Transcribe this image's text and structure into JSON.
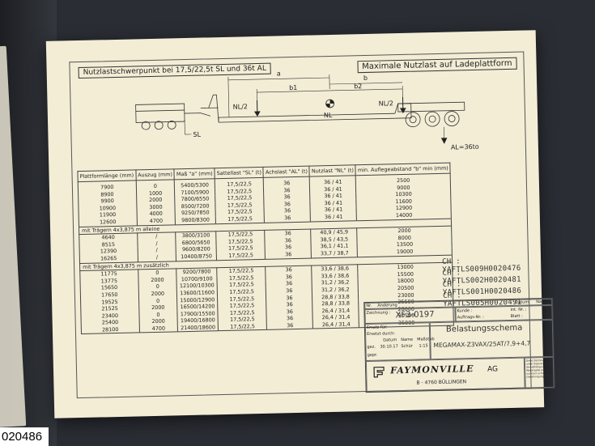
{
  "header": {
    "left_caption": "Nutzlastschwerpunkt bei 17,5/22,5t SL und 36t AL",
    "right_caption": "Maximale Nutzlast auf Ladeplattform"
  },
  "drawing": {
    "label_a": "a",
    "label_b": "b",
    "label_b1": "b1",
    "label_b2": "b2",
    "label_nl_half_left": "NL/2",
    "label_nl": "NL",
    "label_nl_half_right": "NL/2",
    "label_sl": "SL",
    "label_al": "AL=36to"
  },
  "table": {
    "headers": [
      "Plattformlänge (mm)",
      "Auszug (mm)",
      "Maß \"a\" (mm)",
      "Sattellast \"SL\" (t)",
      "Achslast \"AL\" (t)",
      "Nutzlast \"NL\" (t)",
      "min. Auflegeabstand \"b\" min (mm)"
    ],
    "group1": [
      [
        "7900",
        "0",
        "5400/5300",
        "17,5/22,5",
        "36",
        "36 / 41",
        "2500"
      ],
      [
        "8900",
        "1000",
        "7100/5900",
        "17,5/22,5",
        "36",
        "36 / 41",
        "9000"
      ],
      [
        "9900",
        "2000",
        "7800/6550",
        "17,5/22,5",
        "36",
        "36 / 41",
        "10300"
      ],
      [
        "10900",
        "3000",
        "8500/7200",
        "17,5/22,5",
        "36",
        "36 / 41",
        "11600"
      ],
      [
        "11900",
        "4000",
        "9250/7850",
        "17,5/22,5",
        "36",
        "36 / 41",
        "12900"
      ],
      [
        "12600",
        "4700",
        "9800/8300",
        "17,5/22,5",
        "36",
        "36 / 41",
        "14000"
      ]
    ],
    "section2": "mit Trägern 4x3,875 m alleine",
    "group2": [
      [
        "4640",
        "/",
        "3800/3100",
        "17,5/22,5",
        "36",
        "40,9 / 45,9",
        "2000"
      ],
      [
        "8515",
        "/",
        "6800/5650",
        "17,5/22,5",
        "36",
        "38,5 / 43,5",
        "8000"
      ],
      [
        "12390",
        "/",
        "9600/8200",
        "17,5/22,5",
        "36",
        "36,1 / 41,1",
        "13500"
      ],
      [
        "16265",
        "/",
        "10400/8750",
        "17,5/22,5",
        "36",
        "33,7 / 38,7",
        "19000"
      ]
    ],
    "section3": "mit Trägern 4x3,875 m zusätzlich",
    "group3": [
      [
        "11775",
        "0",
        "9200/7800",
        "17,5/22,5",
        "36",
        "33,6 / 38,6",
        "13000"
      ],
      [
        "13775",
        "2000",
        "10700/9100",
        "17,5/22,5",
        "36",
        "33,6 / 38,6",
        "15500"
      ],
      [
        "15650",
        "0",
        "12100/10300",
        "17,5/22,5",
        "36",
        "31,2 / 36,2",
        "18000"
      ],
      [
        "17650",
        "2000",
        "13600/11600",
        "17,5/22,5",
        "36",
        "31,2 / 36,2",
        "20500"
      ],
      [
        "19525",
        "0",
        "15000/12900",
        "17,5/22,5",
        "36",
        "28,8 / 33,8",
        "23000"
      ],
      [
        "21525",
        "2000",
        "16500/14200",
        "17,5/22,5",
        "36",
        "28,8 / 33,8",
        "25500"
      ],
      [
        "23400",
        "0",
        "17900/15500",
        "17,5/22,5",
        "36",
        "26,4 / 31,4",
        "28000"
      ],
      [
        "25400",
        "2000",
        "19400/16800",
        "17,5/22,5",
        "36",
        "26,4 / 31,4",
        "30500"
      ],
      [
        "28100",
        "4700",
        "21400/18600",
        "17,5/22,5",
        "36",
        "26,4 / 31,4",
        "35000"
      ]
    ]
  },
  "chassis_numbers": [
    "CH : YAFTLS009H0020476",
    "CH : YAFTLS002H0020481",
    "CH : YAFTLS001H0020486",
    "CH : YAFTLS005H0020491"
  ],
  "title_block": {
    "nr": "Nr.",
    "aenderung": "Änderung",
    "datum": "Datum",
    "name": "Name",
    "zeichnung_label": "Zeichnung :",
    "drawing_number": "XF3-0197",
    "kunde": "Kunde :",
    "auftrags_nr": "Auftrags-Nr. :",
    "int_nr": "Int. Nr. :",
    "blatt": "Blatt :",
    "ersatz_fuer": "Ersatz für:",
    "ersetzt_durch": "Ersetzt durch:",
    "gez": "gez.",
    "gepr": "gepr.",
    "datum_value": "30.10.17",
    "name_value": "Schür",
    "massstab_label": "Maßstab",
    "massstab_value": "1:15",
    "sheet_title": "Belastungsschema",
    "model": "MEGAMAX-Z3VAX/25AT/7,9+4,7",
    "company": "FAYMONVILLE",
    "company_suffix": "AG",
    "address": "B - 4760 BÜLLINGEN",
    "copyright_note": "Diese Zeichnung ist unser Eigentum. Vervielfältigung und Weitergabe an Dritte nur nach schriftlicher Genehmigung."
  },
  "overlay_tag": "020486"
}
